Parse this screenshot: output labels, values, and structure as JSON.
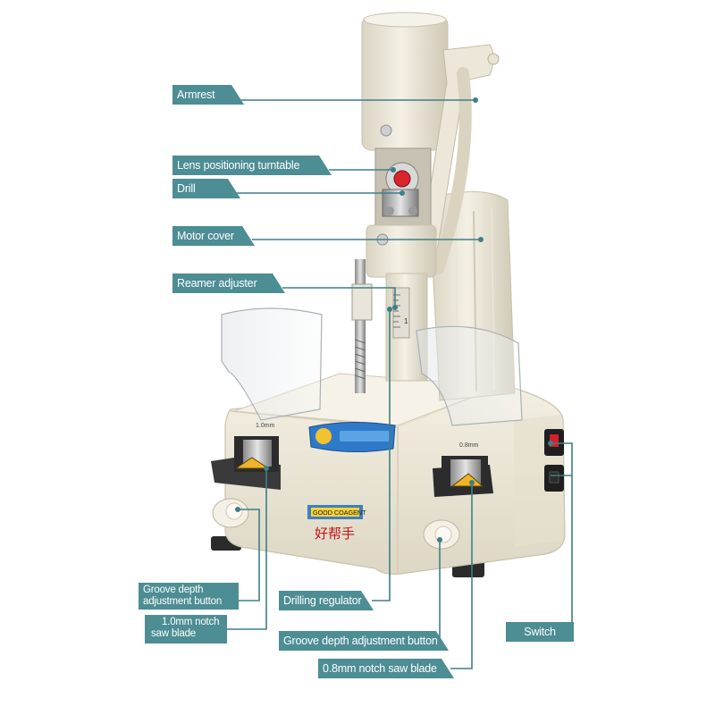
{
  "labels": {
    "armrest": "Armrest",
    "turntable": "Lens positioning turntable",
    "drill": "Drill",
    "motor_cover": "Motor cover",
    "reamer": "Reamer adjuster",
    "groove_left_1": "Groove depth",
    "groove_left_2": "adjustment button",
    "saw_10_1": "1.0mm notch",
    "saw_10_2": "saw blade",
    "drilling_regulator": "Drilling regulator",
    "groove_right": "Groove depth adjustment button",
    "saw_08": "0.8mm notch saw blade",
    "switch": "Switch"
  },
  "machine_text": {
    "left_mark": "1.0mm",
    "right_mark": "0.8mm",
    "brand": "GOOD COAGENT",
    "brand_cn": "好帮手",
    "scale_mark": "1"
  },
  "colors": {
    "label_bg": "#4d8d94",
    "leader": "#3f7f87",
    "body": "#efeadb",
    "switch_red": "#d4202a",
    "drill_red": "#d8262c"
  }
}
